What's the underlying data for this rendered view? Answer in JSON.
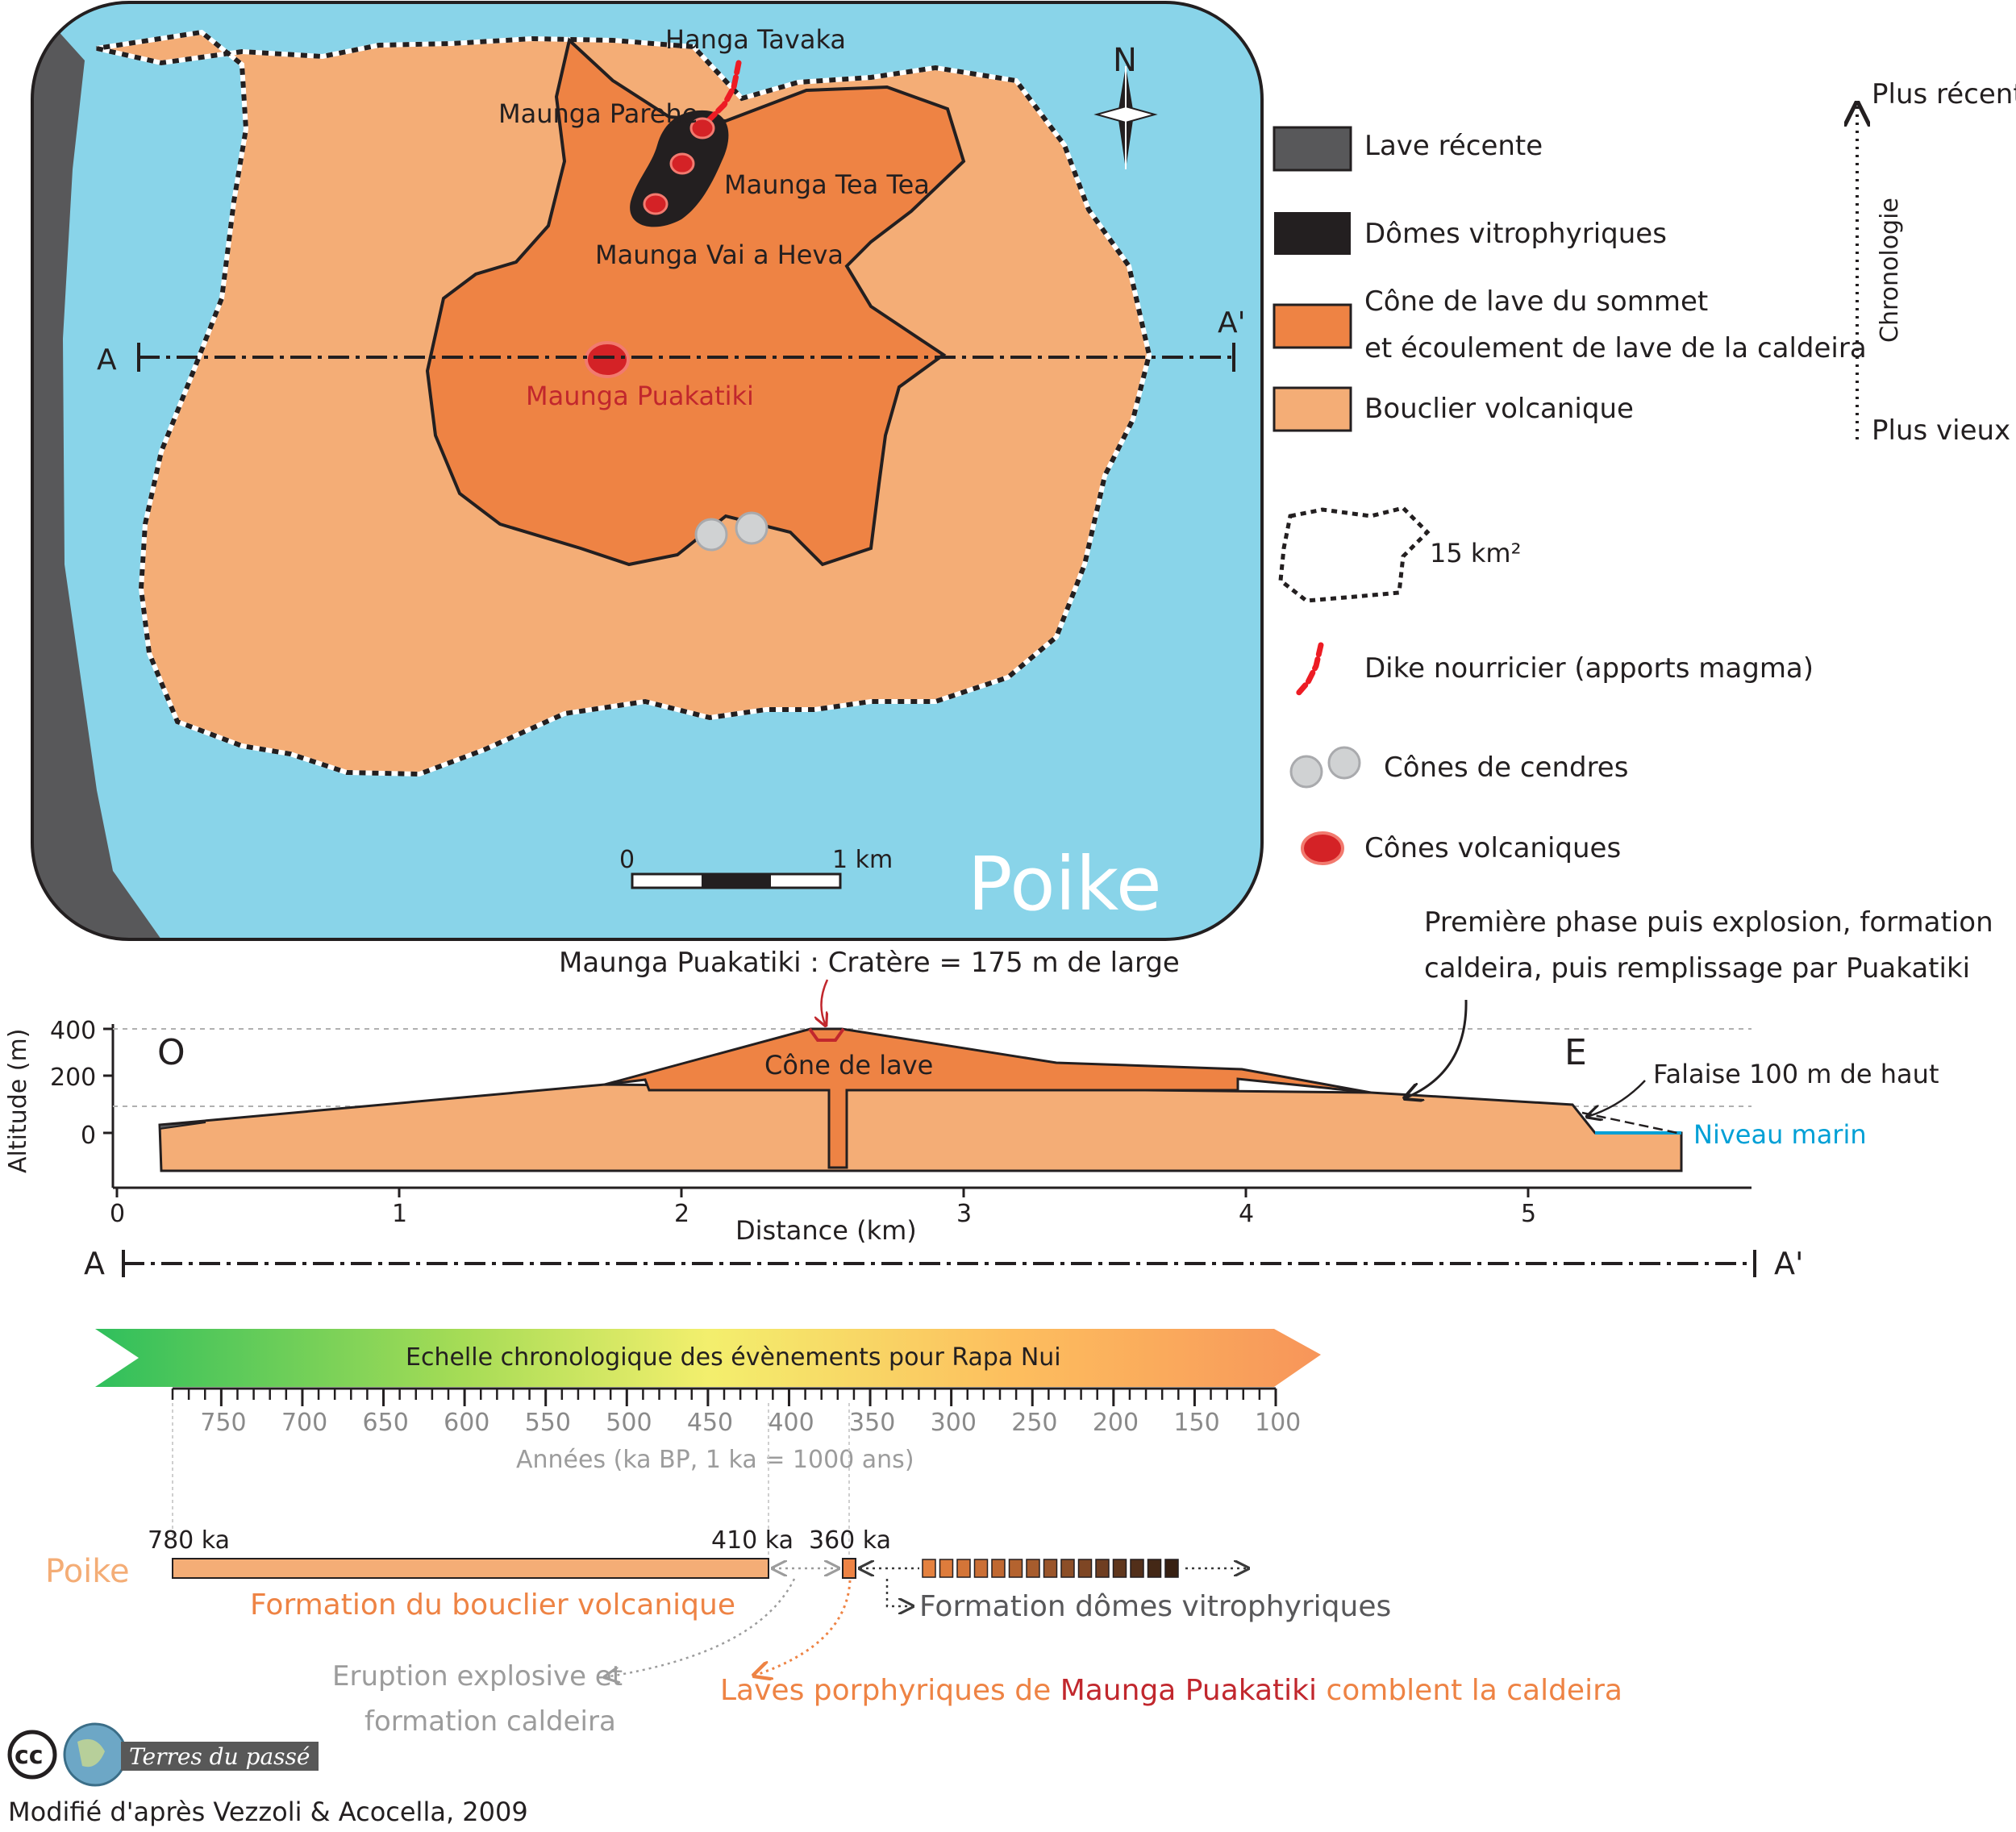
{
  "map": {
    "title": "Poike",
    "north": "N",
    "section_start": "A",
    "section_end": "A'",
    "labels": {
      "hanga_tavaka": "Hanga Tavaka",
      "maunga_parehe": "Maunga Parehe",
      "maunga_tea_tea": "Maunga Tea Tea",
      "maunga_vai_a_heva": "Maunga Vai a Heva",
      "maunga_puakatiki": "Maunga Puakatiki"
    },
    "scale": {
      "start": "0",
      "end": "1 km"
    },
    "colors": {
      "sea": "#89d4e9",
      "recent_lava": "#58585a",
      "domes": "#231f20",
      "summit_cone": "#ee8344",
      "shield": "#f4ad76",
      "volcanic_cone": "#d42226",
      "ash_cone": "#d0d2d3"
    }
  },
  "legend": {
    "items": [
      {
        "label": "Lave récente",
        "color": "#58585a"
      },
      {
        "label": "Dômes vitrophyriques",
        "color": "#231f20"
      },
      {
        "label": "Cône de lave du sommet",
        "label2": "et écoulement de lave de la caldeira",
        "color": "#ee8344"
      },
      {
        "label": "Bouclier volcanique",
        "color": "#f4ad76"
      }
    ],
    "area": "15 km²",
    "dike": "Dike nourricier (apports magma)",
    "ash_cones": "Cônes de cendres",
    "volcanic_cones": "Cônes volcaniques",
    "chronology": {
      "axis": "Chronologie",
      "top": "Plus récent",
      "bottom": "Plus vieux"
    }
  },
  "profile": {
    "ylabel": "Altitude (m)",
    "xlabel": "Distance (km)",
    "yticks": [
      "400",
      "200",
      "0"
    ],
    "xticks": [
      "0",
      "1",
      "2",
      "3",
      "4",
      "5"
    ],
    "west": "O",
    "east": "E",
    "crater_note": "Maunga Puakatiki : Cratère = 175 m de large",
    "cone_label": "Cône de lave",
    "phase_note_1": "Première phase puis explosion, formation",
    "phase_note_2": "caldeira, puis remplissage par Puakatiki",
    "cliff_note": "Falaise 100 m de haut",
    "sea_level": "Niveau marin",
    "section_start": "A",
    "section_end": "A'"
  },
  "timescale": {
    "title": "Echelle chronologique des évènements pour Rapa Nui",
    "ticks": [
      "750",
      "700",
      "650",
      "600",
      "550",
      "500",
      "450",
      "400",
      "350",
      "300",
      "250",
      "200",
      "150",
      "100"
    ],
    "unit": "Années (ka BP, 1 ka = 1000 ans)"
  },
  "events": {
    "region": "Poike",
    "t780": "780 ka",
    "t410": "410 ka",
    "t360": "360 ka",
    "shield": "Formation du bouclier volcanique",
    "domes": "Formation dômes vitrophyriques",
    "explosive_1": "Eruption explosive et",
    "explosive_2": "formation caldeira",
    "lavas_pre": "Laves porphyriques de ",
    "lavas_name": "Maunga Puakatiki",
    "lavas_post": " comblent la caldeira"
  },
  "credit": {
    "cc": "cc",
    "brand": "Terres du passé",
    "source": "Modifié d'après Vezzoli & Acocella, 2009"
  },
  "chart_data": {
    "type": "timeline",
    "axis": {
      "unit": "ka BP",
      "range": [
        780,
        100
      ],
      "ticks": [
        750,
        700,
        650,
        600,
        550,
        500,
        450,
        400,
        350,
        300,
        250,
        200,
        150,
        100
      ]
    },
    "events": [
      {
        "name": "Formation du bouclier volcanique",
        "start": 780,
        "end": 410
      },
      {
        "name": "Eruption explosive et formation caldeira",
        "start": 410,
        "end": 360
      },
      {
        "name": "Laves porphyriques de Maunga Puakatiki comblent la caldeira",
        "at": 360
      },
      {
        "name": "Formation dômes vitrophyriques",
        "after": 360
      }
    ]
  }
}
